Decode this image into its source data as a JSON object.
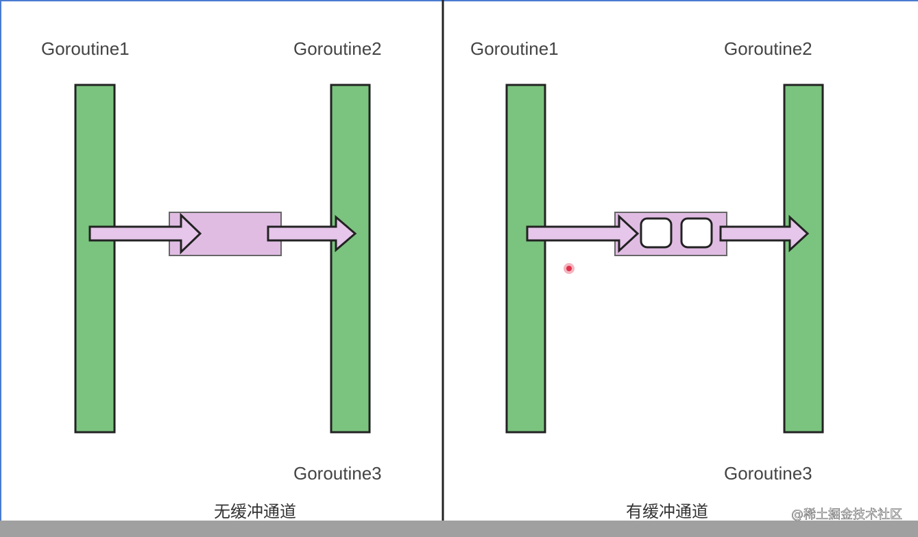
{
  "panels": {
    "left": {
      "caption": "无缓冲通道",
      "labels": {
        "g1": "Goroutine1",
        "g2": "Goroutine2",
        "g3": "Goroutine3"
      }
    },
    "right": {
      "caption": "有缓冲通道",
      "labels": {
        "g1": "Goroutine1",
        "g2": "Goroutine2",
        "g3": "Goroutine3"
      }
    }
  },
  "watermark": "@稀土掘金技术社区",
  "colors": {
    "goroutine_bar": "#7bc47f",
    "channel_box": "#e0bce3",
    "arrow_fill": "#e6c6ea",
    "outline": "#222222",
    "divider": "#222222",
    "cursor_dot": "#e0304a",
    "bottom_bar": "#9a9a9a",
    "border_blue": "#4a7bd1"
  },
  "icons": {
    "cursor": "cursor-dot-icon"
  }
}
